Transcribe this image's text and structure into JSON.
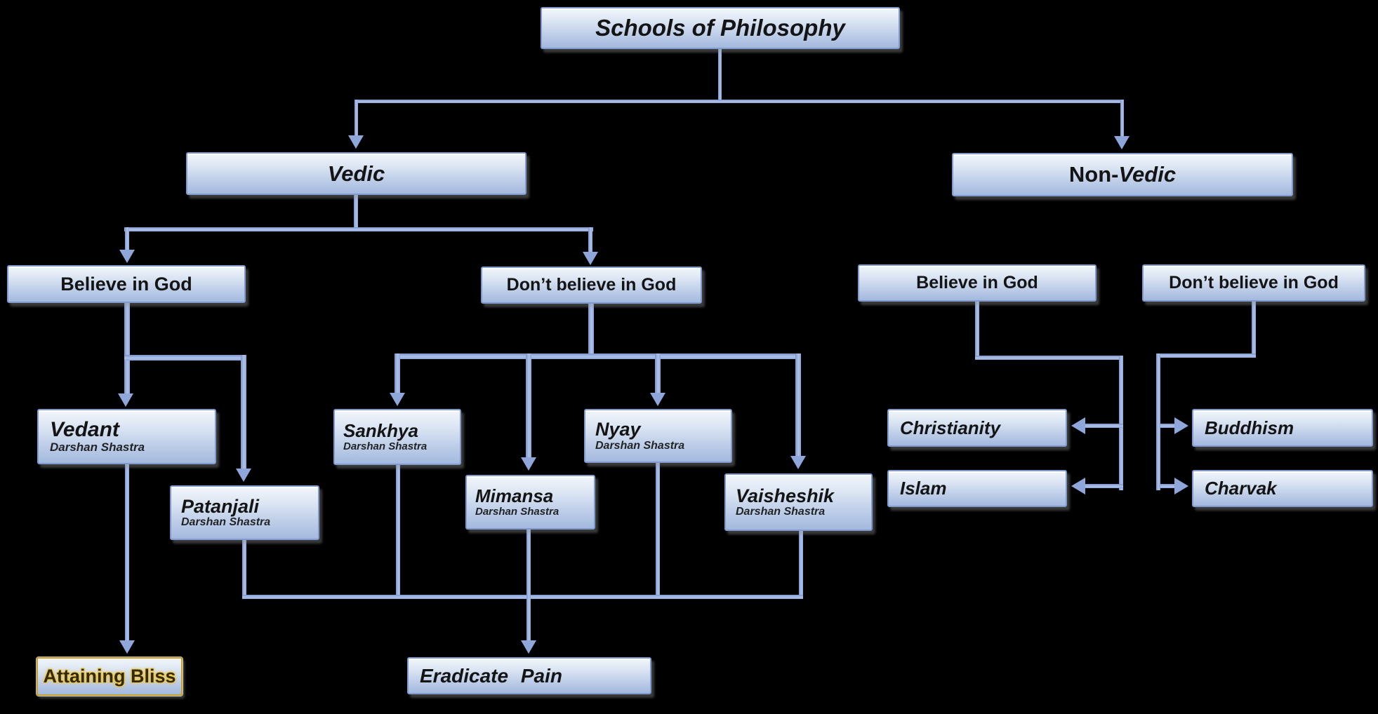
{
  "diagram": {
    "colors": {
      "background": "#000000",
      "box_border": "#809ace",
      "box_fill_top": "#f2f6fb",
      "box_fill_bottom": "#a3b9de",
      "connector": "#8ea6d9",
      "bliss_border": "#c9a22b",
      "bliss_text_glow": "#edc94d"
    },
    "nodes": {
      "title": {
        "label": "Schools of Philosophy"
      },
      "vedic": {
        "label": "Vedic"
      },
      "non_vedic": {
        "label_prefix": "Non-",
        "label_italic": "Vedic"
      },
      "vedic_believe": {
        "label": "Believe in God"
      },
      "vedic_dont_believe": {
        "label": "Don’t believe in God"
      },
      "non_vedic_believe": {
        "label": "Believe in God"
      },
      "non_vedic_dont_believe": {
        "label": "Don’t believe in God"
      },
      "vedant": {
        "label": "Vedant",
        "sublabel": "Darshan Shastra"
      },
      "patanjali": {
        "label": "Patanjali",
        "sublabel": "Darshan Shastra"
      },
      "sankhya": {
        "label": "Sankhya",
        "sublabel": "Darshan Shastra"
      },
      "mimansa": {
        "label": "Mimansa",
        "sublabel": "Darshan Shastra"
      },
      "nyay": {
        "label": "Nyay",
        "sublabel": "Darshan Shastra"
      },
      "vaisheshik": {
        "label": "Vaisheshik",
        "sublabel": "Darshan Shastra"
      },
      "christianity": {
        "label": "Christianity"
      },
      "islam": {
        "label": "Islam"
      },
      "buddhism": {
        "label": "Buddhism"
      },
      "charvak": {
        "label": "Charvak"
      },
      "attaining_bliss": {
        "label": "Attaining Bliss"
      },
      "eradicate_pain": {
        "label": "Eradicate Pain"
      }
    }
  }
}
